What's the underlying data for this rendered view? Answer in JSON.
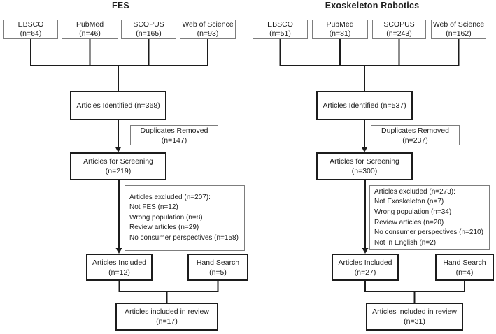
{
  "colors": {
    "line": "#1c1c1c",
    "thin_border": "#7d7d7d",
    "text": "#1c1c1c",
    "background": "#ffffff"
  },
  "diagrams": [
    {
      "title": "FES",
      "sources": [
        {
          "name": "EBSCO",
          "count": "(n=64)"
        },
        {
          "name": "PubMed",
          "count": "(n=46)"
        },
        {
          "name": "SCOPUS",
          "count": "(n=165)"
        },
        {
          "name": "Web of Science",
          "count": "(n=93)"
        }
      ],
      "identified": "Articles Identified (n=368)",
      "duplicates": [
        "Duplicates Removed",
        "(n=147)"
      ],
      "screening": [
        "Articles for Screening",
        "(n=219)"
      ],
      "excluded": [
        "Articles excluded (n=207):",
        "Not FES (n=12)",
        "Wrong population (n=8)",
        "Review articles (n=29)",
        "No consumer perspectives (n=158)"
      ],
      "included": [
        "Articles Included",
        "(n=12)"
      ],
      "hand_search": [
        "Hand Search",
        "(n=5)"
      ],
      "review": [
        "Articles included in review",
        "(n=17)"
      ]
    },
    {
      "title": "Exoskeleton Robotics",
      "sources": [
        {
          "name": "EBSCO",
          "count": "(n=51)"
        },
        {
          "name": "PubMed",
          "count": "(n=81)"
        },
        {
          "name": "SCOPUS",
          "count": "(n=243)"
        },
        {
          "name": "Web of Science",
          "count": "(n=162)"
        }
      ],
      "identified": "Articles Identified (n=537)",
      "duplicates": [
        "Duplicates Removed",
        "(n=237)"
      ],
      "screening": [
        "Articles for Screening",
        "(n=300)"
      ],
      "excluded": [
        "Articles excluded (n=273):",
        "Not Exoskeleton (n=7)",
        "Wrong population (n=34)",
        "Review articles (n=20)",
        "No consumer perspectives (n=210)",
        "Not in English (n=2)"
      ],
      "included": [
        "Articles Included",
        "(n=27)"
      ],
      "hand_search": [
        "Hand Search",
        "(n=4)"
      ],
      "review": [
        "Articles included in review",
        "(n=31)"
      ]
    }
  ]
}
